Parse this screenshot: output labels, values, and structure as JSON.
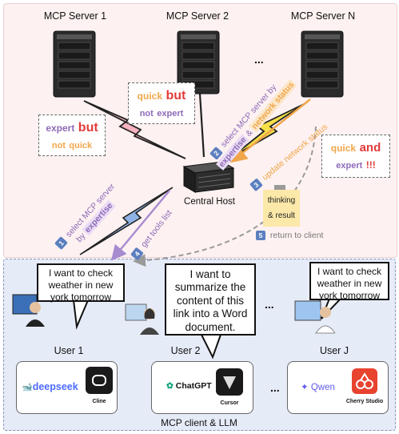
{
  "servers": [
    "MCP Server 1",
    "MCP Server 2",
    "MCP Server N"
  ],
  "servers_ellipsis": "...",
  "central_host": "Central Host",
  "notes": {
    "expert_but_not_quick": {
      "a": "expert",
      "b": "but",
      "c": "not",
      "d": "quick"
    },
    "quick_but_not_expert": {
      "a": "quick",
      "b": "but",
      "c": "not",
      "d": "expert"
    },
    "quick_and_expert": {
      "a": "quick",
      "b": "and",
      "c": "expert",
      "d": "!!!"
    }
  },
  "arrows": {
    "step1": {
      "num": "1",
      "pre": "select MCP server",
      "by": "by",
      "key": "expertise"
    },
    "step2": {
      "num": "2",
      "pre": "select MCP server",
      "by": "by",
      "key1": "expertise",
      "amp": "&",
      "key2": "network status"
    },
    "step3": {
      "num": "3",
      "text": "update network status"
    },
    "step4": {
      "num": "4",
      "text": "get tools list"
    },
    "step5": {
      "num": "5",
      "text": "return to client"
    }
  },
  "thinking": {
    "line1": "thinking",
    "line2": "& result"
  },
  "users": [
    {
      "label": "User 1",
      "speech": "I want to check weather in new york tomorrow"
    },
    {
      "label": "User 2",
      "speech": "I want to summarize the content of this link into a Word document."
    },
    {
      "label": "User J",
      "speech": "I want to check weather in new york tomorrow"
    }
  ],
  "users_ellipsis": "...",
  "clients": [
    {
      "llm": "deepseek",
      "app": "Cline"
    },
    {
      "llm": "ChatGPT",
      "app": "Cursor"
    },
    {
      "llm": "Qwen",
      "app": "Cherry Studio"
    }
  ],
  "clients_ellipsis": "...",
  "panel_caption": "MCP client & LLM",
  "colors": {
    "expert": "#8e6bb8",
    "red": "#e23b3b",
    "orange": "#f0a64a",
    "blue": "#5b7fbf",
    "panel_top": "#fdf1f1",
    "panel_bottom": "#e6ebf8"
  }
}
